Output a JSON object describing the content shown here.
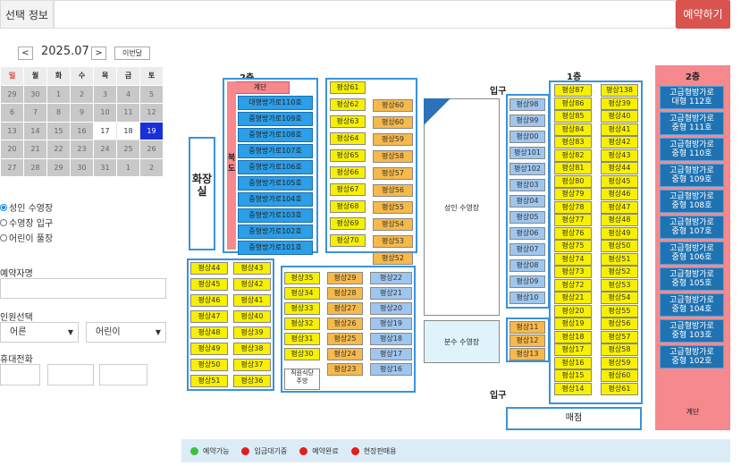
{
  "header": {
    "selection_label": "선택 정보",
    "reserve_button": "예약하기"
  },
  "calendar": {
    "prev": "<",
    "next": ">",
    "month_label": "2025.07",
    "this_month": "이번달",
    "weekdays": [
      "일",
      "월",
      "화",
      "수",
      "목",
      "금",
      "토"
    ],
    "rows": [
      [
        "29",
        "30",
        "1",
        "2",
        "3",
        "4",
        "5"
      ],
      [
        "6",
        "7",
        "8",
        "9",
        "10",
        "11",
        "12"
      ],
      [
        "13",
        "14",
        "15",
        "16",
        "17",
        "18",
        "19"
      ],
      [
        "20",
        "21",
        "22",
        "23",
        "24",
        "25",
        "26"
      ],
      [
        "27",
        "28",
        "29",
        "30",
        "31",
        "1",
        "2"
      ]
    ],
    "selected": "19"
  },
  "venue": {
    "options": [
      "성인 수영장",
      "수영장 입구",
      "어린이 풀장"
    ],
    "selected": 0
  },
  "form": {
    "name_label": "예약자명",
    "people_label": "인원선택",
    "adult": "어른",
    "child": "어린이",
    "phone_label": "휴대전화"
  },
  "map": {
    "floor2_left": "2층",
    "floor1": "1층",
    "floor1_right": "1층",
    "floor2_right": "2층",
    "stairs": "계단",
    "north": "북도",
    "restroom": "화장실",
    "entrance": "입구",
    "entrance2": "입구",
    "adult_pool": "성인 수영장",
    "fountain_pool": "분수 수영장",
    "store": "매점",
    "staff_cafe": "직원식당\n주방",
    "rooms": [
      "대형방가로110호",
      "중형방가로109호",
      "중형방가로108호",
      "중형방가로107호",
      "중형방가로106호",
      "중형방가로105호",
      "중형방가로104호",
      "중형방가로103호",
      "중형방가로102호",
      "중형방가로101호"
    ],
    "premium": [
      "고급형방가로\n대형 112호",
      "고급형방가로\n중형 111호",
      "고급형방가로\n중형 110호",
      "고급형방가로\n중형 109호",
      "고급형방가로\n중형 108호",
      "고급형방가로\n중형 107호",
      "고급형방가로\n중형 106호",
      "고급형방가로\n중형 105호",
      "고급형방가로\n중형 104호",
      "고급형방가로\n중형 103호",
      "고급형방가로\n중형 102호"
    ],
    "colA": [
      "평상61",
      "평상62",
      "평상63",
      "평상64",
      "평상65",
      "평상66",
      "평상67",
      "평상68",
      "평상69",
      "평상70"
    ],
    "colB": [
      "평상60",
      "평상60",
      "평상59",
      "평상58",
      "평상57",
      "평상56",
      "평상55",
      "평상54",
      "평상53",
      "평상52"
    ],
    "blk3L": [
      "평상44",
      "평상45",
      "평상46",
      "평상47",
      "평상48",
      "평상49",
      "평상50",
      "평상51"
    ],
    "blk3R": [
      "평상43",
      "평상42",
      "평상41",
      "평상40",
      "평상39",
      "평상38",
      "평상37",
      "평상36"
    ],
    "blk4A": [
      "평상35",
      "평상34",
      "평상33",
      "평상32",
      "평상31",
      "평상30"
    ],
    "blk4B": [
      "평상29",
      "평상28",
      "평상27",
      "평상26",
      "평상25",
      "평상24",
      "평상23"
    ],
    "blk4C": [
      "평상22",
      "평상21",
      "평상20",
      "평상19",
      "평상18",
      "평상17",
      "평상16"
    ],
    "blk5": [
      "평상98",
      "평상99",
      "평상00",
      "평상101",
      "평상102",
      "평상03",
      "평상04",
      "평상05",
      "평상06",
      "평상07",
      "평상08",
      "평상09",
      "평상10"
    ],
    "blk5o": [
      "평상11",
      "평상12",
      "평상13"
    ],
    "blk6A": [
      "평상87",
      "평상86",
      "평상85",
      "평상84",
      "평상83",
      "평상82",
      "평상81",
      "평상80",
      "평상79",
      "평상78",
      "평상77",
      "평상76",
      "평상75",
      "평상74",
      "평상73",
      "평상72",
      "평상21",
      "평상20",
      "평상19",
      "평상18",
      "평상17",
      "평상16",
      "평상15",
      "평상14"
    ],
    "blk6B": [
      "평상138",
      "평상39",
      "평상40",
      "평상41",
      "평상42",
      "평상43",
      "평상44",
      "평상45",
      "평상46",
      "평상47",
      "평상48",
      "평상49",
      "평상50",
      "평상51",
      "평상52",
      "평상53",
      "평상54",
      "평상55",
      "평상56",
      "평상57",
      "평상58",
      "평상59",
      "평상60",
      "평상61"
    ]
  },
  "legend": {
    "available": "예약가능",
    "waiting": "입금대기중",
    "done": "예약완료",
    "onsite": "현장판매용"
  },
  "colors": {
    "accent": "#d9534f",
    "selected_day": "#1a2fd6",
    "seat_yellow": "#f7f000",
    "seat_orange": "#f6b94a",
    "seat_blue": "#9fc6ef",
    "room_blue": "#2b9fe8",
    "premium": "#1f73b3",
    "pink": "#f5898d"
  }
}
